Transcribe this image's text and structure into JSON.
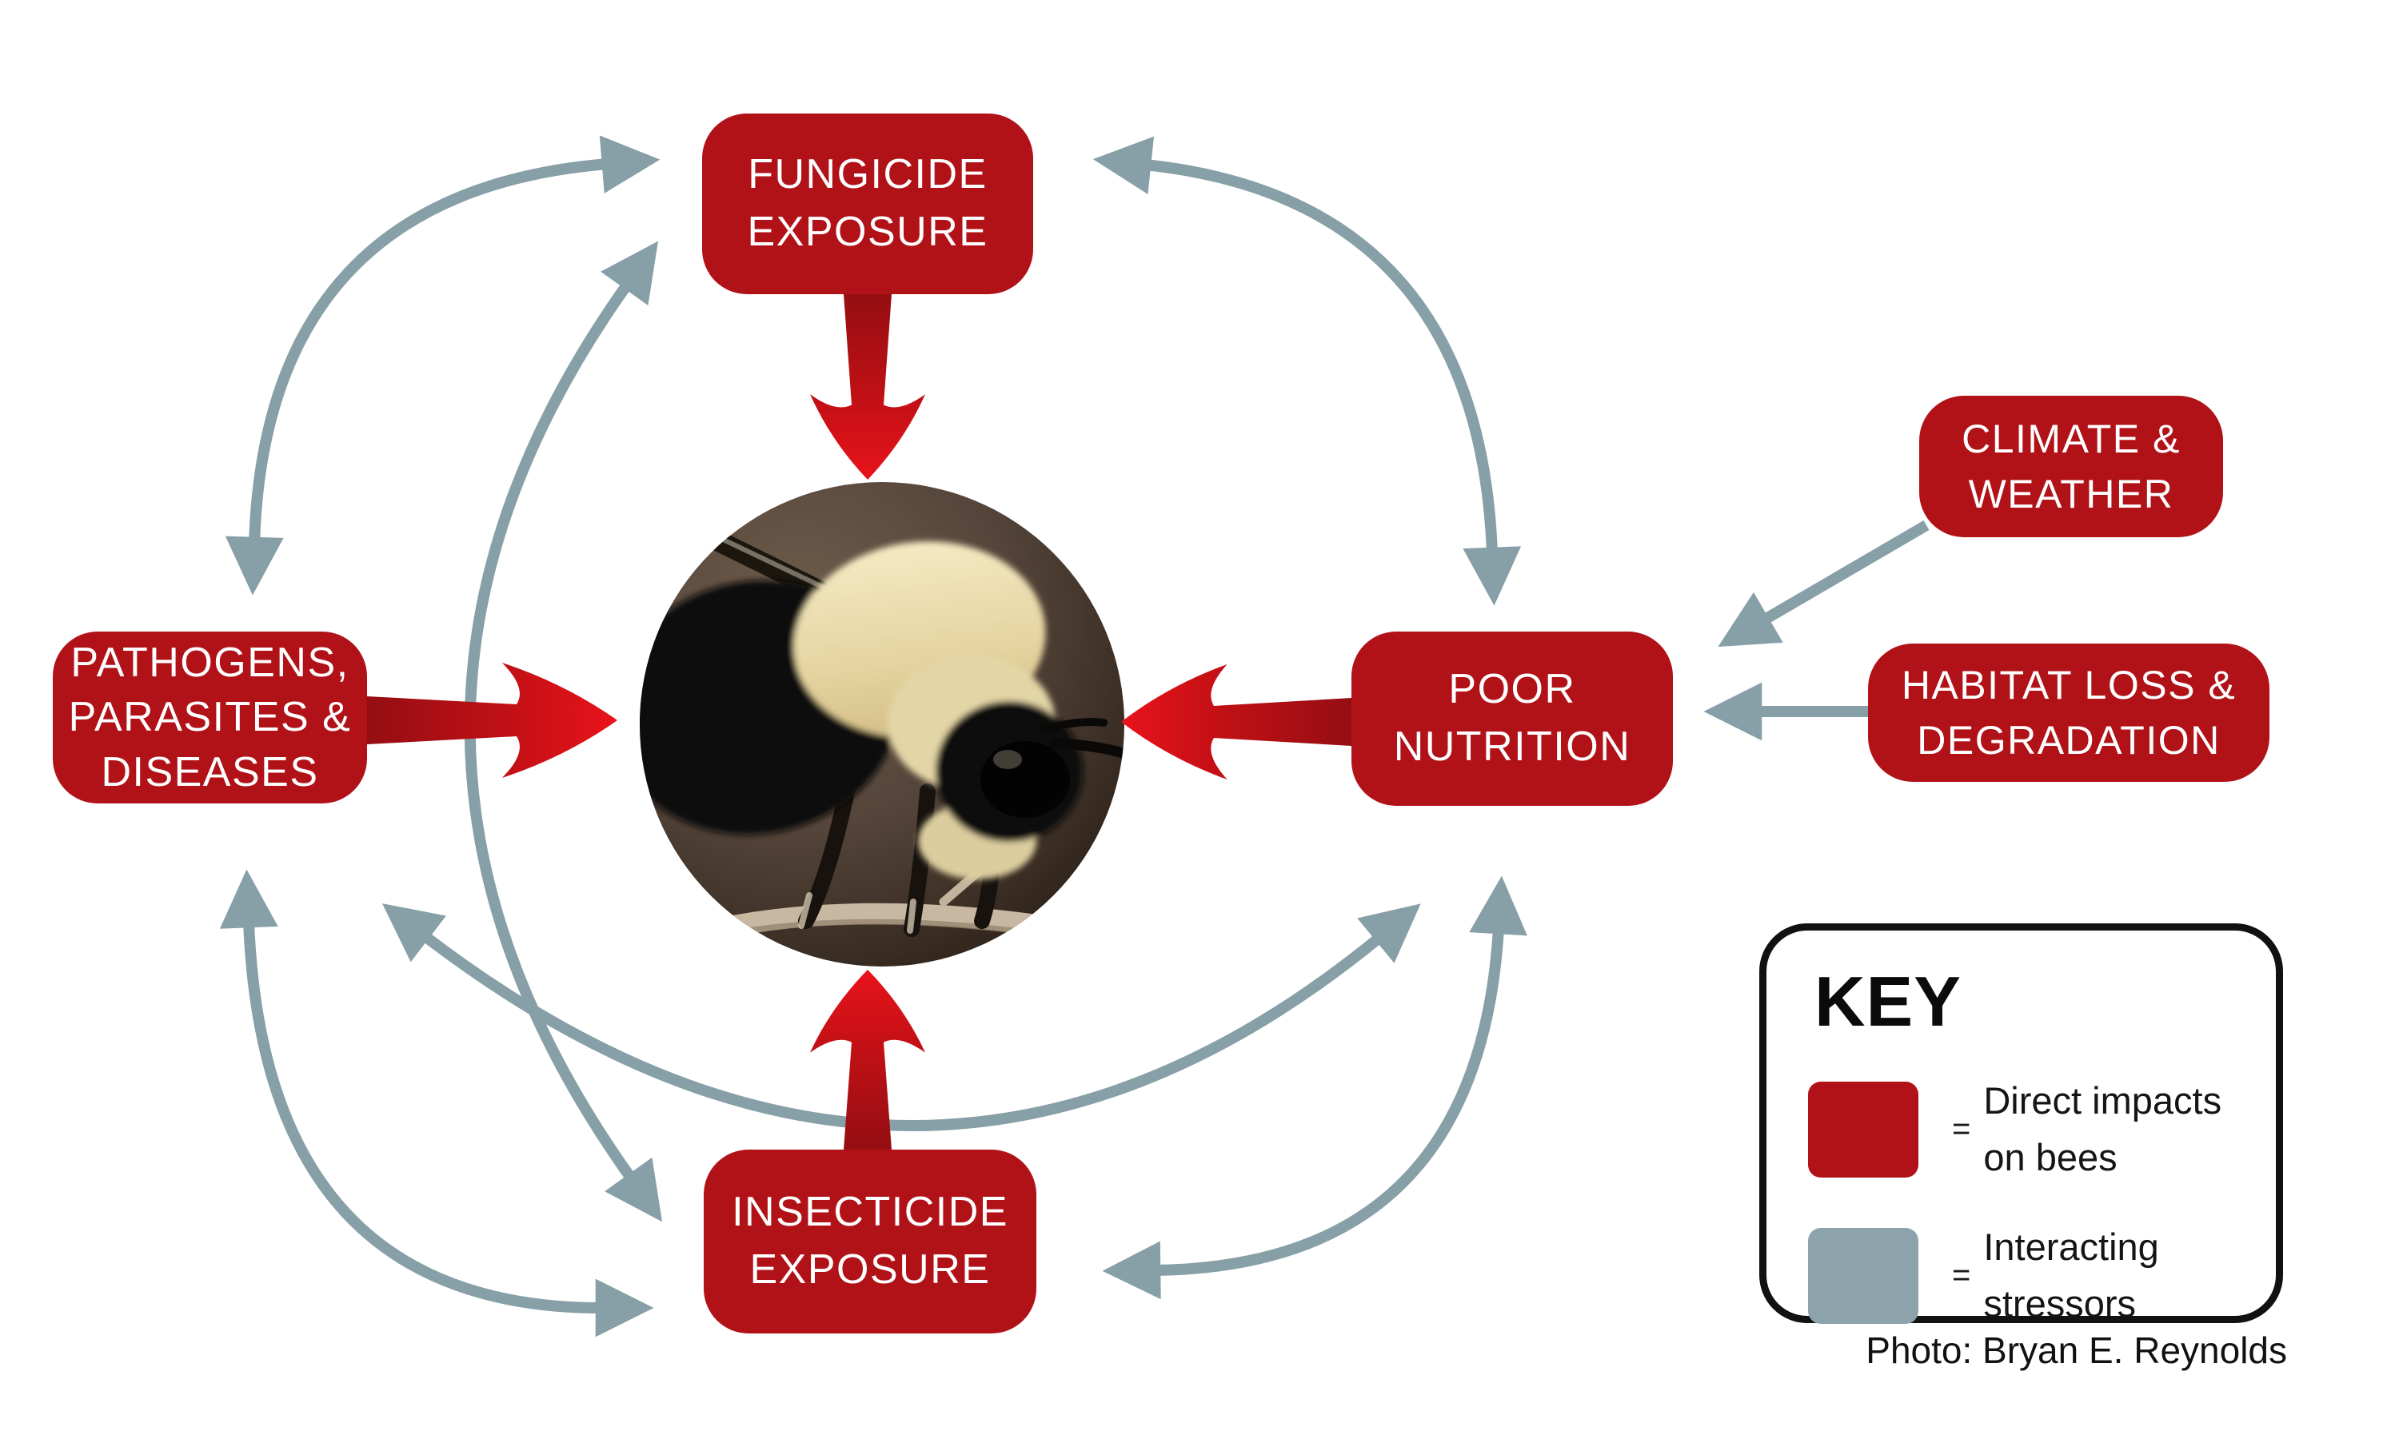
{
  "diagram": {
    "nodes": {
      "fungicide": {
        "label": "FUNGICIDE\nEXPOSURE"
      },
      "pathogens": {
        "label": "PATHOGENS,\nPARASITES &\nDISEASES"
      },
      "poor_nutrition": {
        "label": "POOR\nNUTRITION"
      },
      "insecticide": {
        "label": "INSECTICIDE\nEXPOSURE"
      },
      "climate": {
        "label": "CLIMATE &\nWEATHER"
      },
      "habitat": {
        "label": "HABITAT LOSS &\nDEGRADATION"
      }
    },
    "colors": {
      "direct_impact_red": "#B11218",
      "red_arrow_bright": "#E9131B",
      "interacting_stressor_gray": "#879FA7",
      "key_border_black": "#111111",
      "background_white": "#FFFFFF"
    }
  },
  "key": {
    "title": "KEY",
    "entries": [
      {
        "swatch_color": "#B11218",
        "equals": "=",
        "label": "Direct impacts\non bees"
      },
      {
        "swatch_color": "#8CA3AB",
        "equals": "=",
        "label": "Interacting\nstressors"
      }
    ]
  },
  "photo_credit": "Photo: Bryan E. Reynolds"
}
